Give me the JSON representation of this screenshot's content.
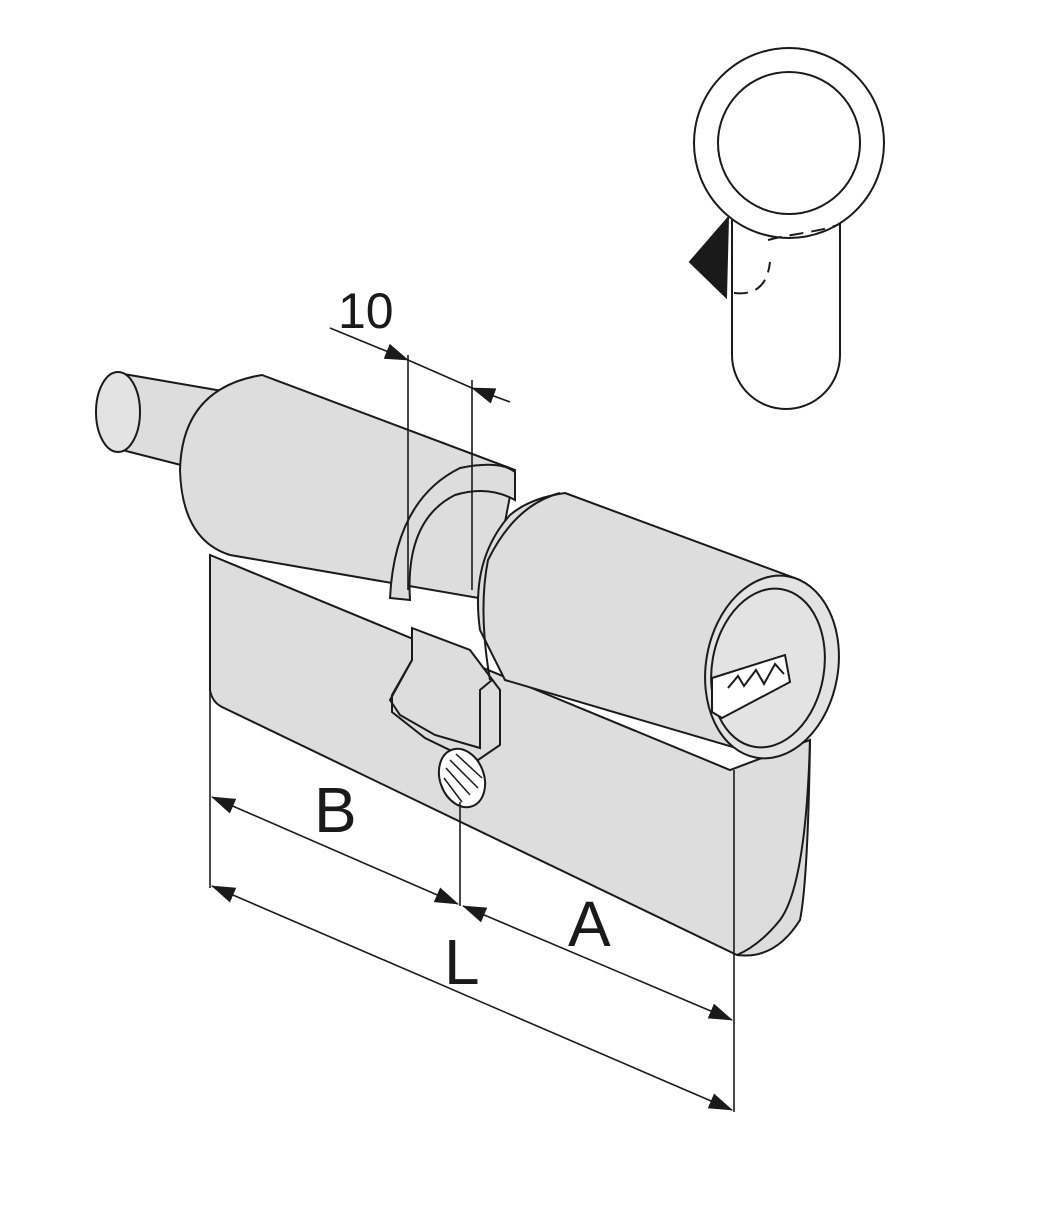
{
  "diagram": {
    "labels": {
      "spacing": "10",
      "dim_b": "B",
      "dim_a": "A",
      "dim_l": "L"
    },
    "colors": {
      "stroke": "#1a1a1a",
      "body_fill": "#dddddd",
      "end_fill": "#e3e3e3",
      "cam_fill": "#1a1a1a",
      "background": "#ffffff"
    }
  }
}
